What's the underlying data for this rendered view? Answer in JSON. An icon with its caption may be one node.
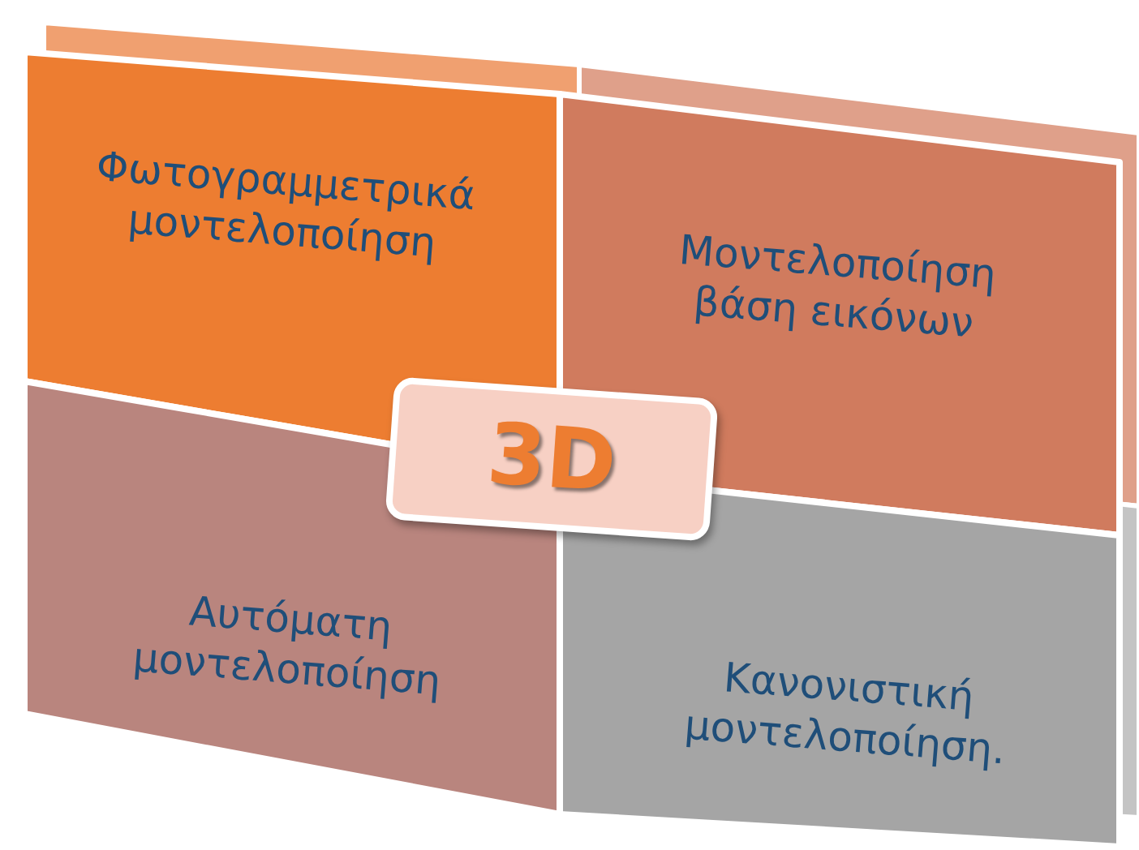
{
  "diagram": {
    "nodes": [
      {
        "text": [
          "Φωτογραμμετρικά μοντελοποίηση"
        ]
      },
      {
        "text": [
          "Μοντελοποίηση βάση εικόνων"
        ]
      },
      {
        "text": [
          "Αυτόματη μοντελοποίηση"
        ]
      },
      {
        "text": [
          "Κανονιστική μοντελοποίηση."
        ]
      },
      {
        "text": [
          "3D"
        ]
      }
    ]
  }
}
